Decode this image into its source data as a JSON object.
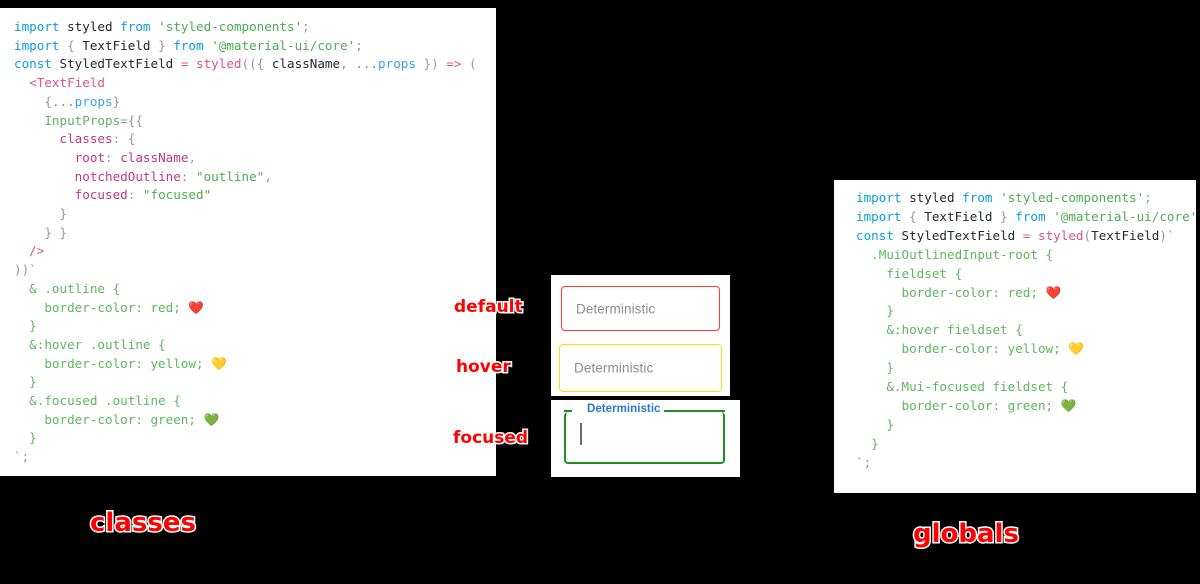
{
  "panels": {
    "classes": {
      "title": "classes",
      "code": [
        [
          {
            "t": "kw",
            "v": "import"
          },
          {
            "t": "plain",
            "v": " styled "
          },
          {
            "t": "kw",
            "v": "from"
          },
          {
            "t": "plain",
            "v": " "
          },
          {
            "t": "str",
            "v": "'styled-components'"
          },
          {
            "t": "punc",
            "v": ";"
          }
        ],
        [
          {
            "t": "kw",
            "v": "import"
          },
          {
            "t": "punc",
            "v": " { "
          },
          {
            "t": "plain",
            "v": "TextField"
          },
          {
            "t": "punc",
            "v": " } "
          },
          {
            "t": "kw",
            "v": "from"
          },
          {
            "t": "plain",
            "v": " "
          },
          {
            "t": "str",
            "v": "'@material-ui/core'"
          },
          {
            "t": "punc",
            "v": ";"
          }
        ],
        [
          {
            "t": "plain",
            "v": ""
          }
        ],
        [
          {
            "t": "kw",
            "v": "const"
          },
          {
            "t": "plain",
            "v": " StyledTextField "
          },
          {
            "t": "fn",
            "v": "="
          },
          {
            "t": "plain",
            "v": " "
          },
          {
            "t": "fn",
            "v": "styled"
          },
          {
            "t": "punc",
            "v": "(({ "
          },
          {
            "t": "plain",
            "v": "className"
          },
          {
            "t": "punc",
            "v": ", "
          },
          {
            "t": "var",
            "v": "...props"
          },
          {
            "t": "punc",
            "v": " }) "
          },
          {
            "t": "fn",
            "v": "=>"
          },
          {
            "t": "punc",
            "v": " ("
          }
        ],
        [
          {
            "t": "plain",
            "v": "  "
          },
          {
            "t": "fn",
            "v": "<TextField"
          }
        ],
        [
          {
            "t": "plain",
            "v": "    "
          },
          {
            "t": "punc",
            "v": "{"
          },
          {
            "t": "var",
            "v": "...props"
          },
          {
            "t": "punc",
            "v": "}"
          }
        ],
        [
          {
            "t": "plain",
            "v": "    "
          },
          {
            "t": "attr",
            "v": "InputProps"
          },
          {
            "t": "punc",
            "v": "={{"
          }
        ],
        [
          {
            "t": "plain",
            "v": "      "
          },
          {
            "t": "prop",
            "v": "classes"
          },
          {
            "t": "punc",
            "v": ": {"
          }
        ],
        [
          {
            "t": "plain",
            "v": "        "
          },
          {
            "t": "prop",
            "v": "root"
          },
          {
            "t": "punc",
            "v": ": "
          },
          {
            "t": "prop",
            "v": "className"
          },
          {
            "t": "punc",
            "v": ","
          }
        ],
        [
          {
            "t": "plain",
            "v": "        "
          },
          {
            "t": "prop",
            "v": "notchedOutline"
          },
          {
            "t": "punc",
            "v": ": "
          },
          {
            "t": "str",
            "v": "\"outline\""
          },
          {
            "t": "punc",
            "v": ","
          }
        ],
        [
          {
            "t": "plain",
            "v": "        "
          },
          {
            "t": "prop",
            "v": "focused"
          },
          {
            "t": "punc",
            "v": ": "
          },
          {
            "t": "str",
            "v": "\"focused\""
          }
        ],
        [
          {
            "t": "plain",
            "v": "      "
          },
          {
            "t": "punc",
            "v": "}"
          }
        ],
        [
          {
            "t": "plain",
            "v": "    "
          },
          {
            "t": "punc",
            "v": "} }"
          }
        ],
        [
          {
            "t": "plain",
            "v": "  "
          },
          {
            "t": "fn",
            "v": "/>"
          }
        ],
        [
          {
            "t": "punc",
            "v": "))"
          },
          {
            "t": "tick",
            "v": "`"
          }
        ],
        [
          {
            "t": "css",
            "v": "  & .outline {"
          }
        ],
        [
          {
            "t": "css",
            "v": "    border-color: red; "
          },
          {
            "t": "emoji",
            "v": "❤️"
          }
        ],
        [
          {
            "t": "css",
            "v": "  }"
          }
        ],
        [
          {
            "t": "css",
            "v": "  &:hover .outline {"
          }
        ],
        [
          {
            "t": "css",
            "v": "    border-color: yellow; "
          },
          {
            "t": "emoji",
            "v": "💛"
          }
        ],
        [
          {
            "t": "css",
            "v": "  }"
          }
        ],
        [
          {
            "t": "css",
            "v": "  &.focused .outline {"
          }
        ],
        [
          {
            "t": "css",
            "v": "    border-color: green; "
          },
          {
            "t": "emoji",
            "v": "💚"
          }
        ],
        [
          {
            "t": "css",
            "v": "  }"
          }
        ],
        [
          {
            "t": "tick",
            "v": "`;"
          }
        ]
      ]
    },
    "globals": {
      "title": "globals",
      "code": [
        [
          {
            "t": "kw",
            "v": "import"
          },
          {
            "t": "plain",
            "v": " styled "
          },
          {
            "t": "kw",
            "v": "from"
          },
          {
            "t": "plain",
            "v": " "
          },
          {
            "t": "str",
            "v": "'styled-components'"
          },
          {
            "t": "punc",
            "v": ";"
          }
        ],
        [
          {
            "t": "kw",
            "v": "import"
          },
          {
            "t": "punc",
            "v": " { "
          },
          {
            "t": "plain",
            "v": "TextField"
          },
          {
            "t": "punc",
            "v": " } "
          },
          {
            "t": "kw",
            "v": "from"
          },
          {
            "t": "plain",
            "v": " "
          },
          {
            "t": "str",
            "v": "'@material-ui/core'"
          },
          {
            "t": "punc",
            "v": ";"
          }
        ],
        [
          {
            "t": "plain",
            "v": ""
          }
        ],
        [
          {
            "t": "kw",
            "v": "const"
          },
          {
            "t": "plain",
            "v": " StyledTextField "
          },
          {
            "t": "fn",
            "v": "="
          },
          {
            "t": "plain",
            "v": " "
          },
          {
            "t": "fn",
            "v": "styled"
          },
          {
            "t": "punc",
            "v": "("
          },
          {
            "t": "plain",
            "v": "TextField"
          },
          {
            "t": "punc",
            "v": ")"
          },
          {
            "t": "tick",
            "v": "`"
          }
        ],
        [
          {
            "t": "css",
            "v": "  .MuiOutlinedInput-root {"
          }
        ],
        [
          {
            "t": "css",
            "v": "    fieldset {"
          }
        ],
        [
          {
            "t": "css",
            "v": "      border-color: red; "
          },
          {
            "t": "emoji",
            "v": "❤️"
          }
        ],
        [
          {
            "t": "css",
            "v": "    }"
          }
        ],
        [
          {
            "t": "css",
            "v": "    &:hover fieldset {"
          }
        ],
        [
          {
            "t": "css",
            "v": "      border-color: yellow; "
          },
          {
            "t": "emoji",
            "v": "💛"
          }
        ],
        [
          {
            "t": "css",
            "v": "    }"
          }
        ],
        [
          {
            "t": "css",
            "v": "    &.Mui-focused fieldset {"
          }
        ],
        [
          {
            "t": "css",
            "v": "      border-color: green; "
          },
          {
            "t": "emoji",
            "v": "💚"
          }
        ],
        [
          {
            "t": "css",
            "v": "    }"
          }
        ],
        [
          {
            "t": "css",
            "v": "  }"
          }
        ],
        [
          {
            "t": "tick",
            "v": "`;"
          }
        ]
      ]
    }
  },
  "demo": {
    "states": {
      "default": "default",
      "hover": "hover",
      "focused": "focused"
    },
    "fields": {
      "default": {
        "label": "Deterministic",
        "border_color": "#ff3b30",
        "value": ""
      },
      "hover": {
        "label": "Deterministic",
        "border_color": "#f5e300",
        "value": ""
      },
      "focused": {
        "label": "Deterministic",
        "border_color": "#1d8f27",
        "label_color": "#2779d0",
        "value": ""
      }
    }
  },
  "colors": {
    "background": "#000000",
    "panel": "#ffffff",
    "annotation": "#ff0000",
    "red": "red",
    "yellow": "yellow",
    "green": "green"
  }
}
